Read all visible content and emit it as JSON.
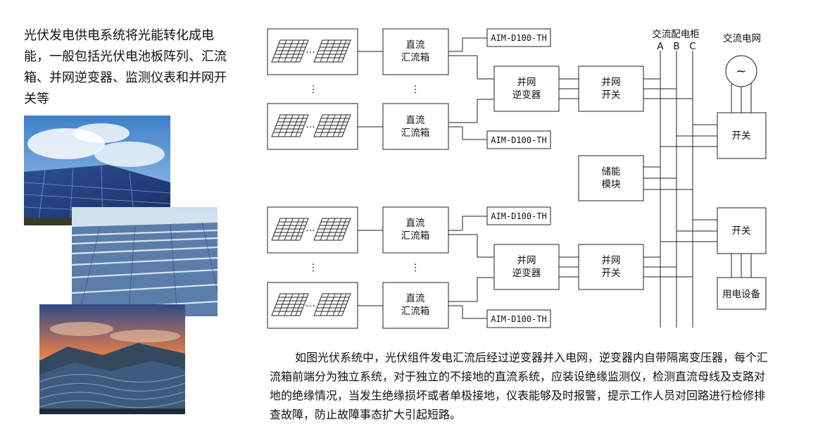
{
  "intro_text": "光伏发电供电系统将光能转化成电能，一般包括光伏电池板阵列、汇流箱、并网逆变器、监测仪表和并网开关等",
  "diagram": {
    "combiner_box_line1": "直流",
    "combiner_box_line2": "汇流箱",
    "inverter_line1": "并网",
    "inverter_line2": "逆变器",
    "grid_switch_line1": "并网",
    "grid_switch_line2": "开关",
    "monitor_label": "AIM-D100-TH",
    "ac_cabinet_label": "交流配电柜",
    "phase_a": "A",
    "phase_b": "B",
    "phase_c": "C",
    "ac_grid_label": "交流电网",
    "ac_grid_symbol": "~",
    "switch_label": "开关",
    "storage_line1": "储能",
    "storage_line2": "模块",
    "load_label": "用电设备",
    "ellipsis": "…",
    "vertical_ellipsis": "⋮"
  },
  "description": "如图光伏系统中，光伏组件发电汇流后经过逆变器并入电网，逆变器内自带隔离变压器，每个汇流箱前端分为独立系统，对于独立的不接地的直流系统，应装设绝缘监测仪，检测直流母线及支路对地的绝缘情况，当发生绝缘损坏或者单极接地，仪表能够及时报警，提示工作人员对回路进行检修排查故障，防止故障事态扩大引起短路。"
}
